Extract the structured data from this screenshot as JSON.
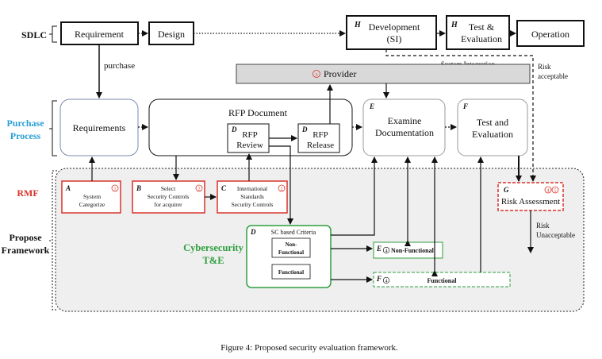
{
  "colors": {
    "black": "#111111",
    "red": "#d9342b",
    "green": "#2e9e3e",
    "blue": "#2a9fd6",
    "provider_fill": "#d9d9d9",
    "framework_fill": "#efefef"
  },
  "side_labels": {
    "sdlc": "SDLC",
    "purchase_line1": "Purchase",
    "purchase_line2": "Process",
    "rmf": "RMF",
    "propose_line1": "Propose",
    "propose_line2": "Framework"
  },
  "sdlc": {
    "requirement": "Requirement",
    "design": "Design",
    "development_tag": "H",
    "development_line1": "Development",
    "development_line2": "(SI)",
    "test_tag": "H",
    "test_line1": "Test &",
    "test_line2": "Evaluation",
    "operation": "Operation"
  },
  "labels": {
    "purchase": "purchase",
    "system_integration": "System Integration",
    "risk_acceptable_line1": "Risk",
    "risk_acceptable_line2": "acceptable",
    "risk_unacceptable_line1": "Risk",
    "risk_unacceptable_line2": "Unacceptable"
  },
  "provider": {
    "number": "3",
    "label": "Provider"
  },
  "purchase_process": {
    "requirements": "Requirements",
    "rfp_document": "RFP Document",
    "rfp_review_tag": "D",
    "rfp_review_line1": "RFP",
    "rfp_review_line2": "Review",
    "rfp_release_tag": "D",
    "rfp_release_line1": "RFP",
    "rfp_release_line2": "Release",
    "examine_tag": "E",
    "examine_line1": "Examine",
    "examine_line2": "Documentation",
    "test_tag": "F",
    "test_line1": "Test and",
    "test_line2": "Evaluation"
  },
  "rmf": {
    "a_tag": "A",
    "a_number": "1",
    "a_line1": "System",
    "a_line2": "Categorize",
    "b_tag": "B",
    "b_number": "2",
    "b_line1": "Select",
    "b_line2": "Security Controls",
    "b_line3": "for acquirer",
    "c_tag": "C",
    "c_number": "2",
    "c_line1": "International",
    "c_line2": "Standards",
    "c_line3": "Security Controls",
    "g_tag": "G",
    "g_number1": "4",
    "g_number2": "5",
    "g_label": "Risk Assessment"
  },
  "cyber": {
    "title_line1": "Cybersecurity",
    "title_line2": "T&E",
    "d_tag": "D",
    "criteria": "SC based Criteria",
    "nonfunctional_line1": "Non-",
    "nonfunctional_line2": "Functional",
    "functional": "Functional",
    "e_tag": "E",
    "e_number": "4",
    "e_label": "Non-Functional",
    "f_tag": "F",
    "f_number": "4",
    "f_label": "Functional"
  },
  "caption": "Figure 4: Proposed security evaluation framework."
}
